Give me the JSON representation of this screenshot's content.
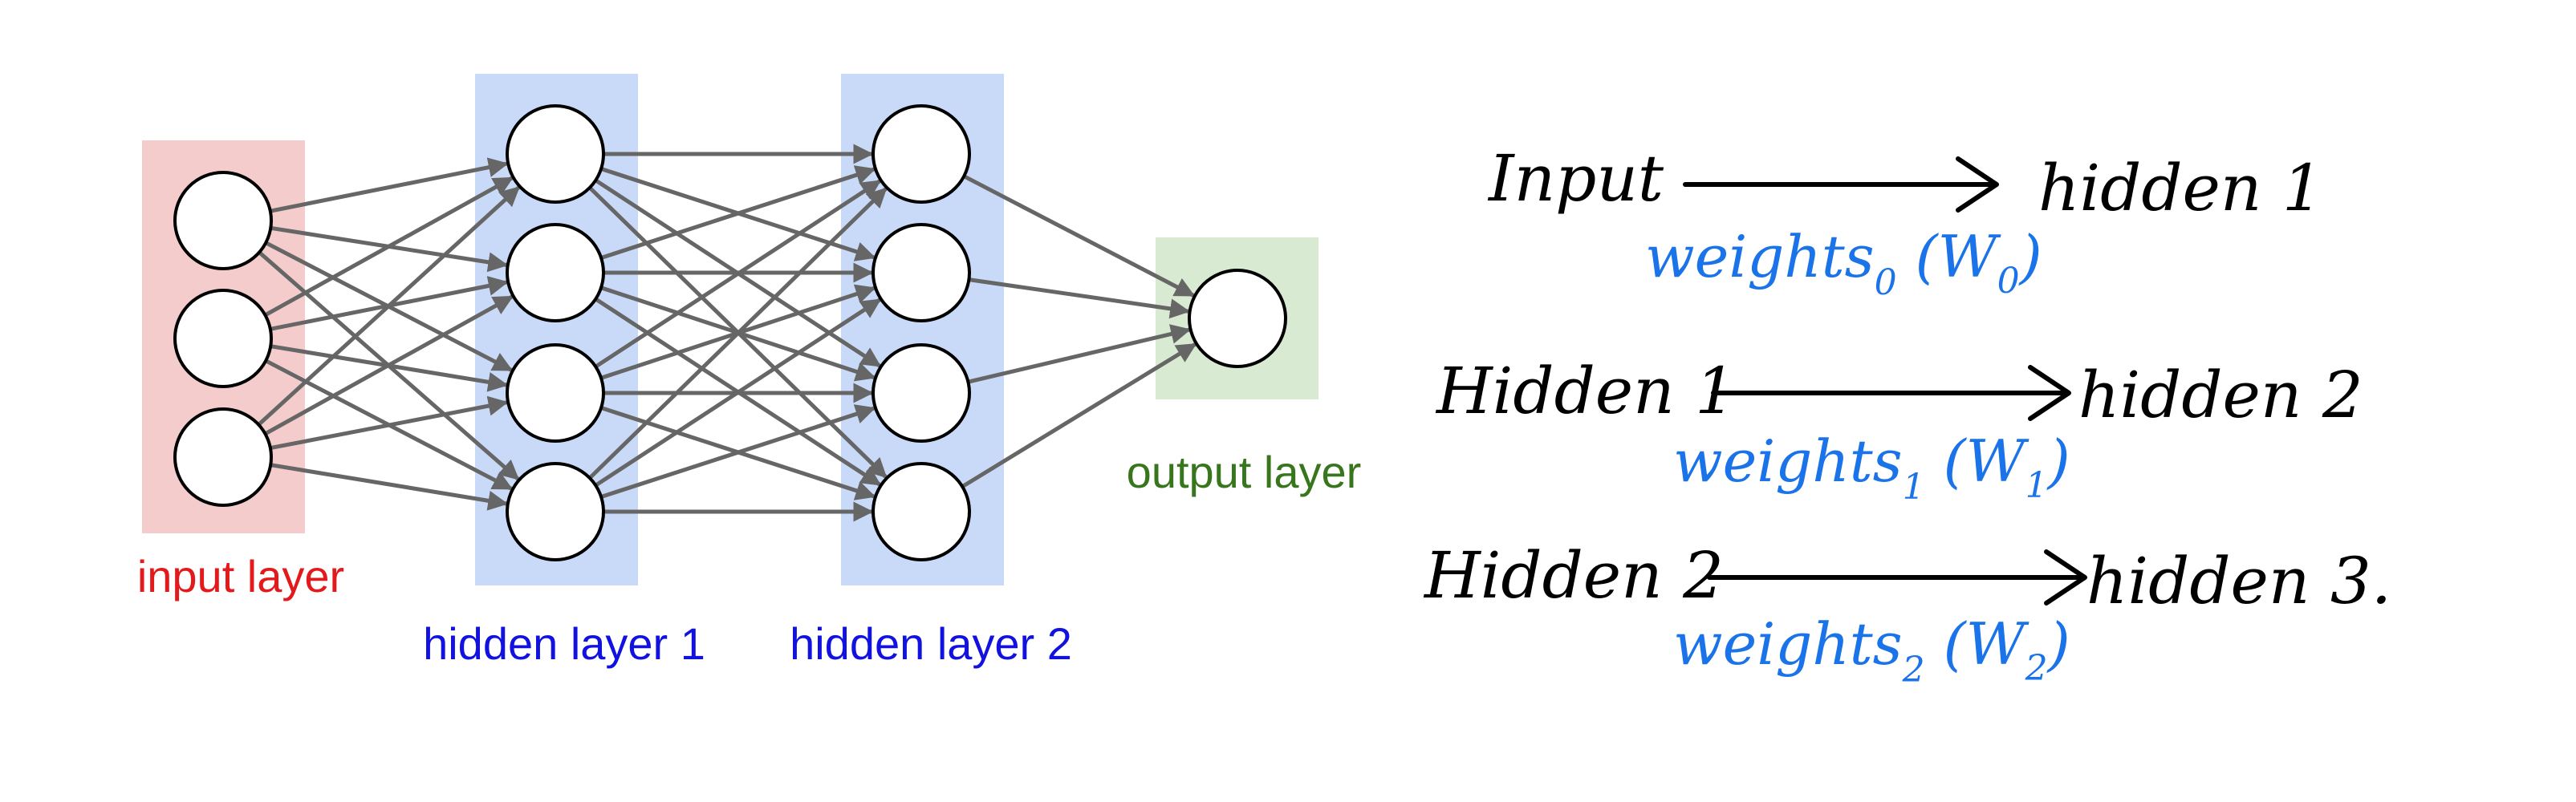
{
  "network": {
    "layers": [
      {
        "key": "input",
        "label": "input layer",
        "neurons": 3,
        "color": "#e31a1c",
        "fill": "#f4cccc"
      },
      {
        "key": "hidden1",
        "label": "hidden layer 1",
        "neurons": 4,
        "color": "#1212e0",
        "fill": "#c9daf8"
      },
      {
        "key": "hidden2",
        "label": "hidden layer 2",
        "neurons": 4,
        "color": "#1212e0",
        "fill": "#c9daf8"
      },
      {
        "key": "output",
        "label": "output layer",
        "neurons": 1,
        "color": "#38761d",
        "fill": "#d9ead3"
      }
    ],
    "edge_color": "#666666"
  },
  "notes": {
    "ink_color": "#000000",
    "weights_color": "#1a73e8",
    "rows": [
      {
        "from": "Input",
        "to": "hidden 1",
        "weights": "weights",
        "weights_sub": "0",
        "w_open": " (",
        "w": "W",
        "w_sub": "0",
        "w_close": ")"
      },
      {
        "from": "Hidden 1",
        "to": "hidden 2",
        "weights": "weights",
        "weights_sub": "1",
        "w_open": " (",
        "w": "W",
        "w_sub": "1",
        "w_close": ")"
      },
      {
        "from": "Hidden 2",
        "to": "hidden 3.",
        "weights": "weights",
        "weights_sub": "2",
        "w_open": " (",
        "w": "W",
        "w_sub": "2",
        "w_close": ")"
      }
    ]
  }
}
